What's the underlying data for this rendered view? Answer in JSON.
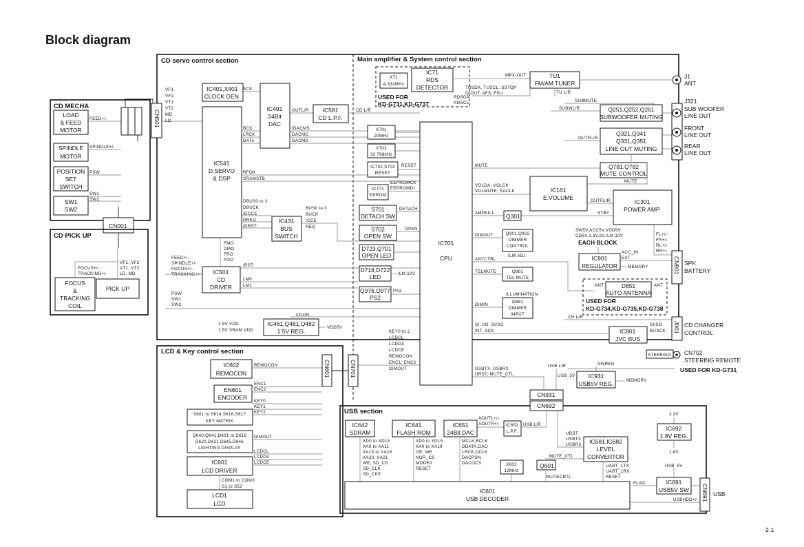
{
  "title": "Block diagram",
  "page_number": "2-1",
  "sections": {
    "cd_servo": "CD servo control section",
    "main_amp": "Main amplifier & System control section",
    "lcd_key": "LCD & Key control section",
    "usb": "USB section",
    "cd_mecha": "CD MECHA",
    "cd_pickup": "CD PICK UP"
  },
  "blocks": {
    "load_feed": [
      "LOAD",
      "& FEED",
      "MOTOR"
    ],
    "spindle": [
      "SPINDLE",
      "MOTOR"
    ],
    "position": [
      "POSITION",
      "SET",
      "SWITCH"
    ],
    "sw12": [
      "SW1",
      "SW2"
    ],
    "cn001": "CN001",
    "focus": [
      "FOCUS",
      "&",
      "TRACKING",
      "COIL"
    ],
    "pickup": "PICK UP",
    "cn501": "CN501",
    "ic401": [
      "IC401,X401",
      "CLOCK GEN."
    ],
    "ic491": [
      "IC491",
      "24Bit",
      "DAC"
    ],
    "ic581": [
      "IC581",
      "CD L.P.F."
    ],
    "ic541": [
      "IC541",
      "D.SERVO",
      "& DSP"
    ],
    "ic431": [
      "IC431",
      "BUS",
      "SWITCH"
    ],
    "ic501": [
      "IC501",
      "CD",
      "DRIVER"
    ],
    "ic461": [
      "IC461,Q481,Q482",
      "1.5V REG."
    ],
    "x71": [
      "X71",
      "4.332MHz"
    ],
    "ic71": [
      "IC71",
      "RDS",
      "DETECTOR"
    ],
    "used_for_731_737": "USED FOR KD-G731,KD-G737",
    "x701": [
      "X701",
      "20MHz"
    ],
    "x702": [
      "X702",
      "32.768kHz"
    ],
    "ic702": [
      "IC702,S703",
      "RESET"
    ],
    "ic771": [
      "IC771",
      "EPROM"
    ],
    "s701": [
      "S701",
      "DETACH SW"
    ],
    "s702": [
      "S702",
      "OPEN SW"
    ],
    "d723": [
      "D723,Q701",
      "OPEN LED"
    ],
    "d718": [
      "D718,D722",
      "LED"
    ],
    "q976": [
      "Q976,Q977",
      "PS2"
    ],
    "ic701": [
      "IC701",
      "CPU"
    ],
    "tu1": [
      "TU1",
      "FM/AM TUNER"
    ],
    "q251": [
      "Q251,Q252,Q261",
      "SUBWOOFER MUTING"
    ],
    "q321": [
      "Q321,Q341",
      "Q331,Q351",
      "LINE OUT MUTING"
    ],
    "q781": [
      "Q781,Q782",
      "MUTE CONTROL"
    ],
    "ic161": [
      "IC161",
      "E.VOLUME"
    ],
    "ic301": [
      "IC301",
      "POWER AMP."
    ],
    "q301": "Q301",
    "q901": [
      "Q901,Q902",
      "DIMMER",
      "CONTROL"
    ],
    "q891": [
      "Q891",
      "TEL MUTE"
    ],
    "q881": [
      "Q881",
      "DIMMER",
      "INPUT"
    ],
    "ic901": [
      "IC901",
      "REGULATOR"
    ],
    "each_block": "EACH BLOCK",
    "d851": [
      "D851",
      "AUTO ANTENNA"
    ],
    "used_for_734": [
      "USED FOR",
      "KD-G734,KD-G735,KD-G738"
    ],
    "ic801": [
      "IC801",
      "JVC BUS"
    ],
    "ic931": [
      "IC931",
      "USB5V REG."
    ],
    "cn931": "CN931",
    "cn692": "CN692",
    "cn901": "CN901",
    "j801": "J801",
    "cn702_lbl": [
      "CN702",
      "STEERING REMOTE"
    ],
    "used_for_731": "USED FOR KD-G731",
    "steering": "STEERING",
    "ic602": [
      "IC602",
      "REMOCON"
    ],
    "en601": [
      "EN601",
      "ENCODER"
    ],
    "s601": [
      "S601 to S614,S616,S617",
      "KEY MATRIX"
    ],
    "q640": [
      "Q640,Q641,D601 to D618",
      "D620,D621,D645,D646",
      "LIGHTING DISPLAY"
    ],
    "ic601_lcd": [
      "IC601",
      "LCD DRIVER"
    ],
    "lcd1": [
      "LCD1",
      "LCD"
    ],
    "cn601": "CN601",
    "cn701": "CN701",
    "ic642": [
      "IC642",
      "SDRAM"
    ],
    "ic641": [
      "IC641",
      "FLASH ROM"
    ],
    "ic651": [
      "IC651",
      "24Bit DAC"
    ],
    "ic652": [
      "IC652",
      "L.P.F."
    ],
    "ic681": [
      "IC681,IC682",
      "LEVEL",
      "CONVERTOR"
    ],
    "ic692": [
      "IC692",
      "1.8V REG."
    ],
    "ic691": [
      "IC691",
      "USB5V SW"
    ],
    "x602": [
      "X602",
      "12MHz"
    ],
    "q601": "Q601",
    "ic601_usb": [
      "IC601",
      "USB DECODER"
    ],
    "cn691": "CN691"
  },
  "terminals": {
    "j1": [
      "J1",
      "ANT"
    ],
    "j321": "J321",
    "sub_woofer": [
      "SUB WOOFER",
      "LINE OUT"
    ],
    "front": [
      "FRONT",
      "LINE OUT"
    ],
    "rear": [
      "REAR",
      "LINE OUT"
    ],
    "spk": [
      "SPK",
      "BATTERY"
    ],
    "cd_changer": [
      "CD CHANGER",
      "CONTROL"
    ],
    "usb": "USB"
  },
  "signals": {
    "feed": "FEED+/-",
    "spindle": "SPINDLE+/-",
    "psw": "PSW",
    "sw1": "SW1",
    "sw2": "SW2",
    "focus_trk": [
      "FOCUS+/-",
      "TRACKING+/-"
    ],
    "vf": [
      "VF1, VF2",
      "VT1, VT2",
      "LD, MD"
    ],
    "vf_list": [
      "VF1",
      "VF2",
      "VT1",
      "VT2",
      "MD",
      "LD"
    ],
    "sck": "SCK",
    "outlr": "OUTL/R",
    "cdlr": "CD L/R",
    "bck": [
      "BCK",
      "LRCK",
      "DATA"
    ],
    "dacms": [
      "/DACMS",
      "DACMC",
      "DACMD"
    ],
    "rfok": [
      "RFOK",
      "SRAMSTB"
    ],
    "dbus": [
      "DBUS0 to 3",
      "DBUCK",
      "/DCCE",
      "DREQ",
      "/DRST"
    ],
    "bus0": [
      "BUS0 to 3",
      "BUCK",
      "/CCE",
      "REQ"
    ],
    "fmo": [
      "FMO",
      "DMO",
      "TRO",
      "FOO"
    ],
    "feed_drv": [
      "FEED+/-",
      "SPINDLE+/-",
      "FOCUS+/-",
      "TRACKING+/-"
    ],
    "rst": "/RST",
    "lm": [
      "LM0",
      "LM1"
    ],
    "psw_sw": [
      "PSW",
      "SW1",
      "SW2"
    ],
    "cdon": "CDON",
    "vdd": [
      "1.5V VDD",
      "1.5V SRAM VDD"
    ],
    "vdd5": "VDD5V",
    "mpx": "MPX-OUT",
    "tusda": [
      "TUSDA, TUSCL, SSTOP",
      "Q-OUT, AFS, FSU"
    ],
    "tulr": "TU L/R",
    "rdsda": [
      "RDSDA",
      "RDSCL"
    ],
    "submute": "SUBMUTE",
    "subwlr": "SUBWL/R",
    "outflr": "OUTFL/R",
    "mute": "MUTE",
    "reset": "RESET",
    "eeprom": [
      "EEPROMCK",
      "EEPROMDI"
    ],
    "volda": [
      "VOLDA, VOLCK",
      "VOLMUTE, SACLK"
    ],
    "detach": "DETACH",
    "open": "OPEN",
    "ampkill": "AMPKILL",
    "stby": "STBY",
    "dimout_cpu": "DIMOUT",
    "ilm_adj": "ILM.ADJ",
    "antctrl": "ANTCTRL",
    "telmute": "TELMUTE",
    "ilm10": "ILM.10V",
    "ps2": "PS2",
    "illum": "ILLUMINATION",
    "dimin": "DIMIN",
    "sw5v": [
      "SW5V,ACC5V,VDD5V",
      "CD5V,3.3V,9V,ILM,10V"
    ],
    "acc": [
      "ACC_IN",
      "EXT"
    ],
    "memory": "MEMORY",
    "fl": [
      "FL+/-",
      "FR+/-",
      "RL+/-",
      "RR+/-"
    ],
    "ant": "ANT",
    "chlr": "CH.L/R",
    "sio": [
      "SI, I/O, SI/SO",
      "INT, SCK"
    ],
    "siso": [
      "SI/SO",
      "BUSCK"
    ],
    "key0": [
      "KEY0 to 2",
      "LCDCL",
      "LCDDA",
      "LCDCE",
      "REMOCON",
      "ENC1, ENC2",
      "DIMOUT"
    ],
    "usbtx": [
      "USBTX, USBRX",
      "URST, MUTE_CTL"
    ],
    "usblr": "USB L/R",
    "swreg": "SWREG",
    "usb5v": "USB_5V",
    "memory2": "MEMORY",
    "remocon": "REMOCON",
    "enc": [
      "ENC1",
      "ENC2"
    ],
    "key": [
      "KEY0",
      "KEY1",
      "KEY2"
    ],
    "dimout": "DIMOUT",
    "lcd": [
      "LCDCL",
      "LCDDA",
      "LCDCE"
    ],
    "com": [
      "COM1 to COM3",
      "S1 to S52"
    ],
    "aout": [
      "AOUTL+/-",
      "AOUTR+/-"
    ],
    "usblr2": "USB L/R",
    "xd0": [
      "XD0 to XD15",
      "XA0 to XA11",
      "XA13 to XA16",
      "XA20, XA21",
      "WE, SD_CS",
      "SD_CLK",
      "SD_CKE"
    ],
    "xd0b": [
      "XD0 to XD15",
      "XA0 to XA19",
      "OE, WE",
      "NOR_CS",
      "MODE0",
      "RESET"
    ],
    "mclk": [
      "MCLK,BCLK",
      "DDATA,DAO",
      "LRCK,DCLK",
      "DACPDN",
      "DACOCS"
    ],
    "urst": [
      "URST",
      "USBTX",
      "USBRX"
    ],
    "mute_ctl": "MUTE_CTL",
    "mutecrtl": "MUTECRTL",
    "uart": [
      "UART_1TX",
      "UART_1RX",
      "RESET"
    ],
    "v33": "3.3V",
    "v18": "1.8V",
    "usb5v2": "USB_5V",
    "flag": "FLAG",
    "usbhdd": "USBHDD+/-"
  }
}
